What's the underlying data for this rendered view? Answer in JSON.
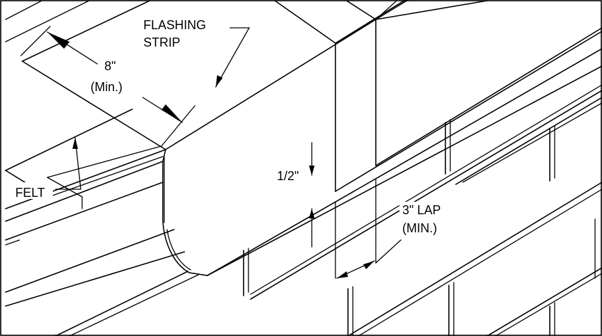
{
  "labels": {
    "flashing_line1": "FLASHING",
    "flashing_line2": "STRIP",
    "width_value": "8\"",
    "width_note": "(Min.)",
    "felt": "FELT",
    "half_inch": "1/2\"",
    "lap_line1": "3\" LAP",
    "lap_line2": "(MIN.)"
  }
}
